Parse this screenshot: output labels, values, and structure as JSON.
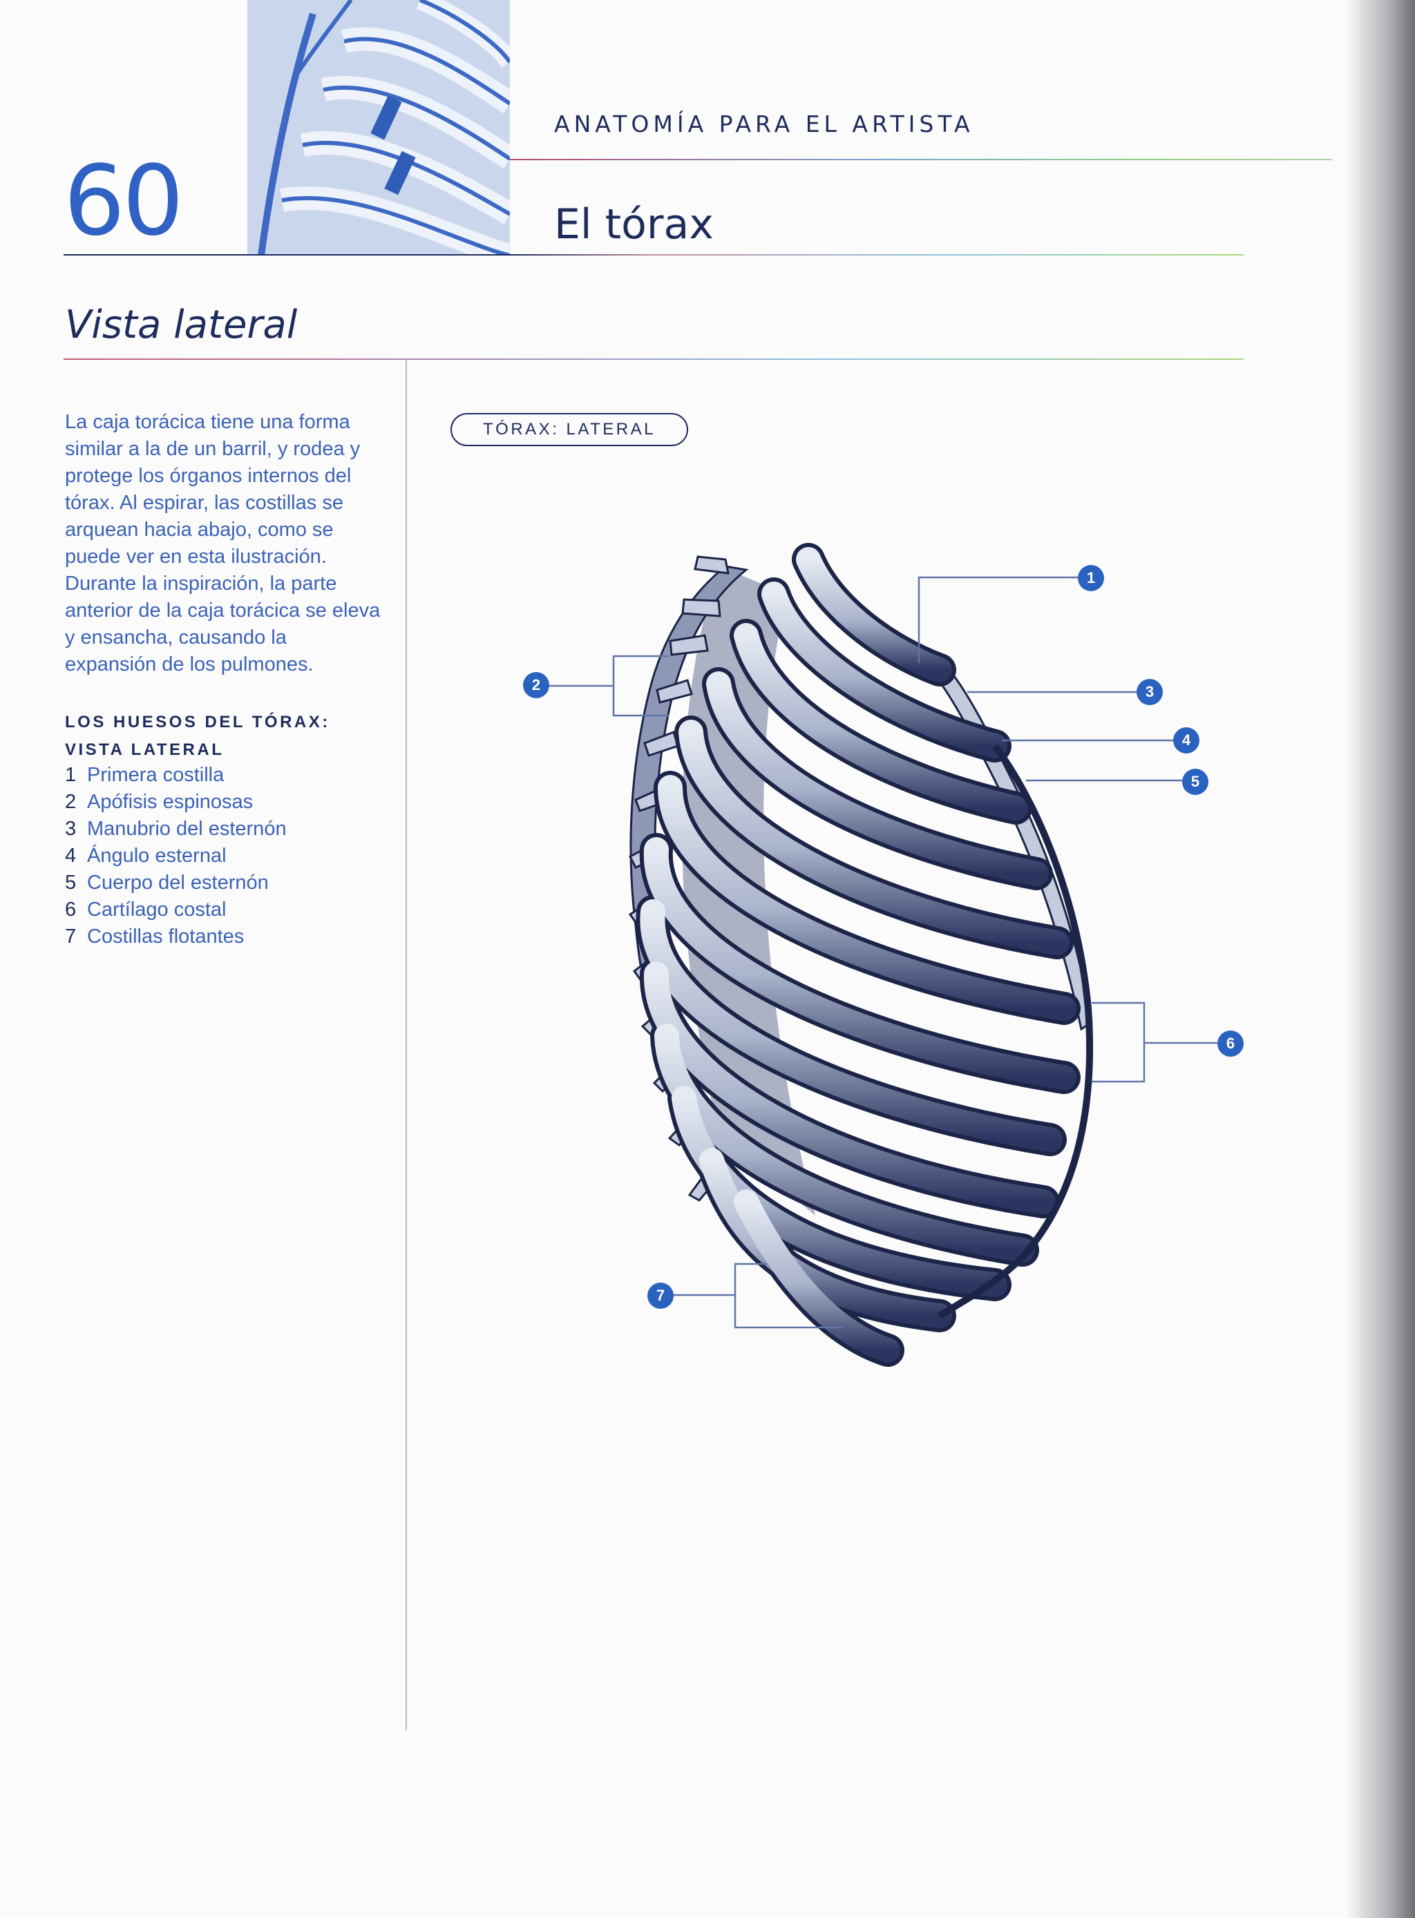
{
  "header": {
    "page_number": "60",
    "book_title": "ANATOMÍA PARA EL ARTISTA",
    "chapter_title": "El tórax"
  },
  "section": {
    "title": "Vista lateral"
  },
  "intro_text": "La caja torácica tiene una forma similar a la de un barril, y rodea y protege los órganos internos del tórax. Al espirar, las costillas se arquean hacia abajo, como se puede ver en esta ilustración. Durante la inspiración, la parte anterior de la caja torácica se eleva y ensancha, causando la expansión de los pulmones.",
  "legend": {
    "heading": "LOS HUESOS DEL TÓRAX: VISTA LATERAL",
    "items": [
      {
        "num": "1",
        "label": "Primera costilla"
      },
      {
        "num": "2",
        "label": "Apófisis espinosas"
      },
      {
        "num": "3",
        "label": "Manubrio del esternón"
      },
      {
        "num": "4",
        "label": "Ángulo esternal"
      },
      {
        "num": "5",
        "label": "Cuerpo del esternón"
      },
      {
        "num": "6",
        "label": "Cartílago costal"
      },
      {
        "num": "7",
        "label": "Costillas flotantes"
      }
    ]
  },
  "figure": {
    "view_label": "TÓRAX: LATERAL",
    "markers": [
      "1",
      "2",
      "3",
      "4",
      "5",
      "6",
      "7"
    ]
  },
  "colors": {
    "accent_blue": "#2f62c4",
    "marker_blue": "#2a62c0",
    "text_navy": "#1e2c5c",
    "bone_fill": "#c3cbdc",
    "bone_shadow": "#1c2548"
  }
}
